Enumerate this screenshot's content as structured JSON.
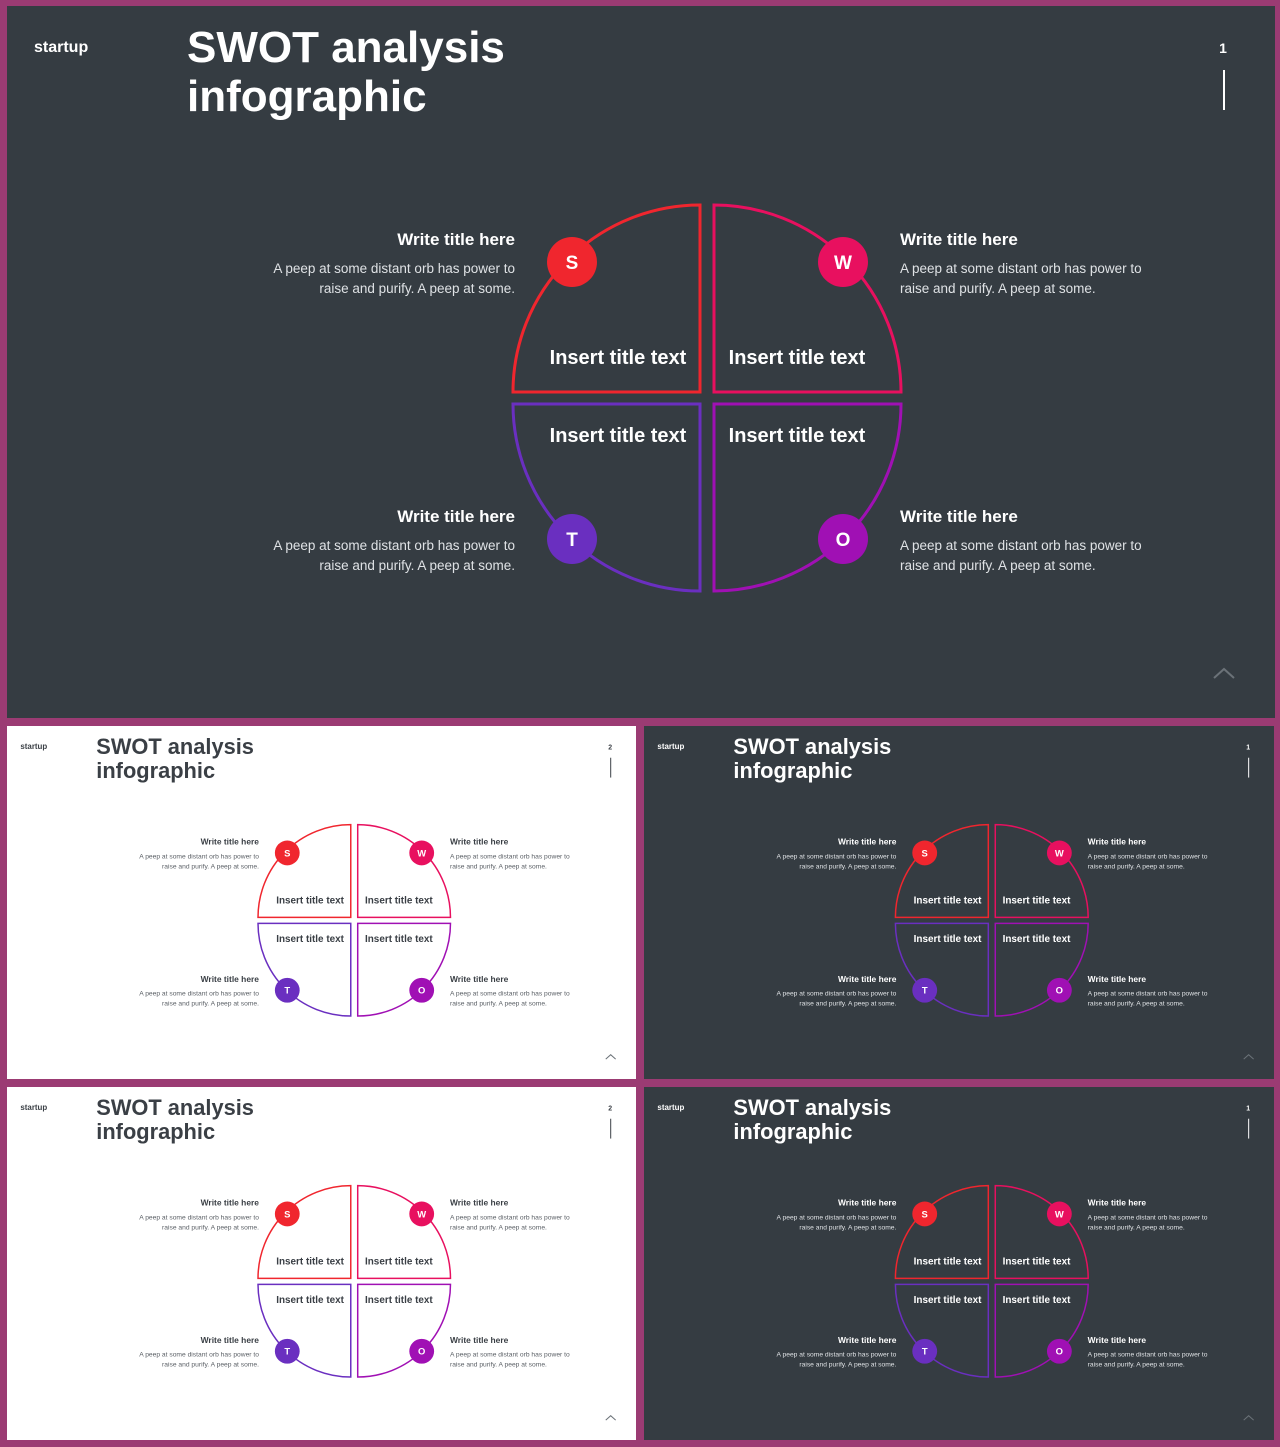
{
  "brand": "startup",
  "title_line1": "SWOT analysis",
  "title_line2": "infographic",
  "quadrant_label": "Insert title text",
  "side_title": "Write title here",
  "side_body_line1": "A peep at some distant orb has power to",
  "side_body_line2": "raise and purify. A peep at some.",
  "letters": {
    "s": "S",
    "w": "W",
    "t": "T",
    "o": "O"
  },
  "colors": {
    "frame": "#9b3b73",
    "dark_bg": "#353c42",
    "light_bg": "#ffffff",
    "s": "#f0262e",
    "w": "#e8105f",
    "t": "#6a2fc0",
    "o": "#a010b4"
  },
  "icons": {
    "scroll": "chevron-up-icon"
  },
  "slides": [
    {
      "id": "main",
      "theme": "dark",
      "page_number": "1"
    },
    {
      "id": "thumb-a",
      "theme": "light",
      "page_number": "2"
    },
    {
      "id": "thumb-b",
      "theme": "dark",
      "page_number": "1"
    },
    {
      "id": "thumb-c",
      "theme": "light",
      "page_number": "2"
    },
    {
      "id": "thumb-d",
      "theme": "dark",
      "page_number": "1"
    }
  ]
}
